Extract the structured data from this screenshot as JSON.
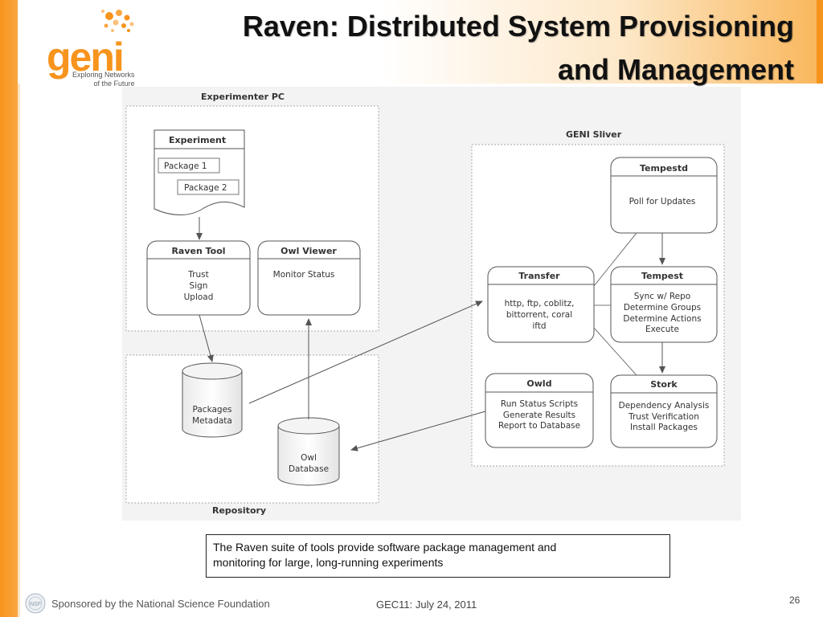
{
  "title": {
    "line1": "Raven: Distributed System Provisioning",
    "line2": "and Management"
  },
  "logo": {
    "word": "geni",
    "tagline_1": "Exploring Networks",
    "tagline_2": "of the Future"
  },
  "diagram": {
    "groups": {
      "experimenter_pc": "Experimenter PC",
      "geni_sliver": "GENI Sliver",
      "repository": "Repository"
    },
    "experiment": {
      "label": "Experiment",
      "package1": "Package 1",
      "package2": "Package 2"
    },
    "raven_tool": {
      "label": "Raven Tool",
      "lines": [
        "Trust",
        "Sign",
        "Upload"
      ]
    },
    "owl_viewer": {
      "label": "Owl Viewer",
      "lines": [
        "Monitor Status"
      ]
    },
    "tempestd": {
      "label": "Tempestd",
      "lines": [
        "Poll for Updates"
      ]
    },
    "transfer": {
      "label": "Transfer",
      "lines": [
        "http, ftp, coblitz,",
        "bittorrent, coral",
        "iftd"
      ]
    },
    "tempest": {
      "label": "Tempest",
      "lines": [
        "Sync w/ Repo",
        "Determine Groups",
        "Determine Actions",
        "Execute"
      ]
    },
    "owld": {
      "label": "Owld",
      "lines": [
        "Run Status Scripts",
        "Generate Results",
        "Report to Database"
      ]
    },
    "stork": {
      "label": "Stork",
      "lines": [
        "Dependency Analysis",
        "Trust Verification",
        "Install Packages"
      ]
    },
    "packages_db": {
      "lines": [
        "Packages",
        "Metadata"
      ]
    },
    "owl_db": {
      "lines": [
        "Owl",
        "Database"
      ]
    }
  },
  "caption": {
    "line1": "The Raven suite of tools provide software package management and",
    "line2": "monitoring for large, long-running experiments"
  },
  "footer": {
    "sponsor": "Sponsored by the National Science Foundation",
    "event": "GEC11: July 24, 2011",
    "page": "26",
    "nsf_logo_text": "NSF"
  },
  "colors": {
    "accent": "#f7941d",
    "diagram_bg": "#f3f3f3",
    "box_stroke": "#666666"
  }
}
